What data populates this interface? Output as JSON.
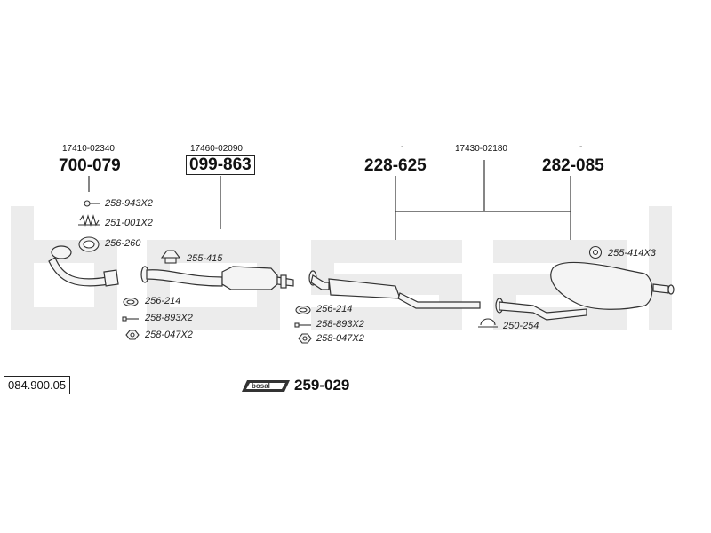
{
  "watermark": "bosal",
  "catalog_number": "084.900.05",
  "kit": {
    "badge": "bosal",
    "number": "259-029"
  },
  "sections": [
    {
      "oem": "17410-02340",
      "part": "700-079"
    },
    {
      "oem": "17460-02090",
      "part": "099-863"
    },
    {
      "oem": "17430-02180",
      "part_front": "228-625",
      "part_rear": "282-085",
      "dash": "-"
    }
  ],
  "fittings": {
    "f1": "258-943X2",
    "f2": "251-001X2",
    "f3": "256-260",
    "f4": "255-415",
    "f5": "256-214",
    "f6": "258-893X2",
    "f7": "258-047X2",
    "f8": "256-214",
    "f9": "258-893X2",
    "f10": "258-047X2",
    "f11": "250-254",
    "f12": "255-414X3"
  },
  "colors": {
    "watermark": "#ececec",
    "line": "#333333",
    "pipe_fill": "#f4f4f4"
  }
}
